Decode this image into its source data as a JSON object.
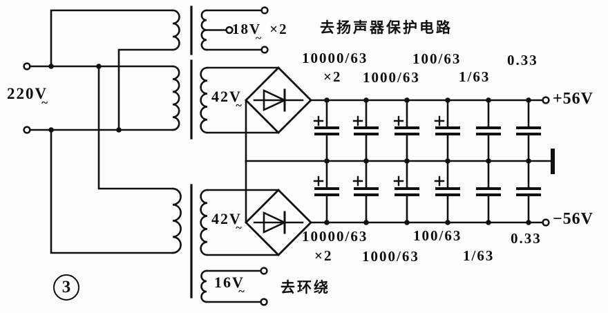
{
  "figure": {
    "badge_number": "3"
  },
  "mains": {
    "value": "220V",
    "ac_symbol": "~"
  },
  "windings": {
    "w18": {
      "value": "18V",
      "ac_symbol": "~",
      "multiplier": "×2"
    },
    "w42a": {
      "value": "42V",
      "ac_symbol": "~"
    },
    "w42b": {
      "value": "42V",
      "ac_symbol": "~"
    },
    "w16": {
      "value": "16V",
      "ac_symbol": "~"
    }
  },
  "annotations": {
    "speaker_protection": "去扬声器保护电路",
    "surround": "去环绕"
  },
  "outputs": {
    "positive": "+56V",
    "negative": "−56V"
  },
  "capacitors_top": {
    "main": "10000/63",
    "main_qty": "×2",
    "mid": "1000/63",
    "small": "100/63",
    "tiny": "1/63",
    "film": "0.33"
  },
  "capacitors_bottom": {
    "main": "10000/63",
    "main_qty": "×2",
    "mid": "1000/63",
    "small": "100/63",
    "tiny": "1/63",
    "film": "0.33"
  }
}
